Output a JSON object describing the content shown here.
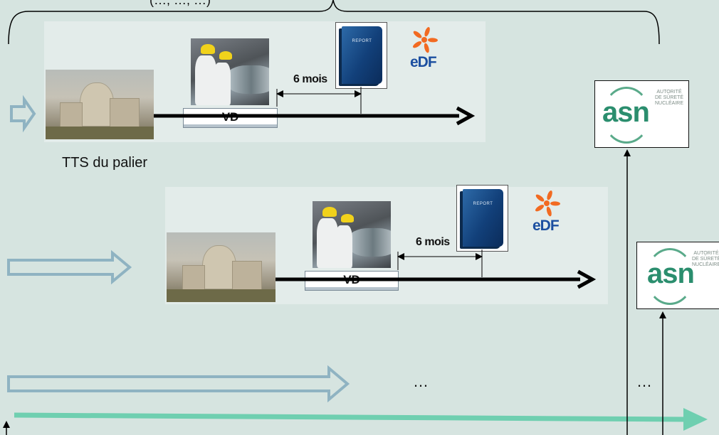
{
  "top_bracket_label": "(…, …, …)",
  "row1": {
    "vd_label": "VD",
    "delay_label": "6 mois",
    "report_text": "REPORT",
    "edf_text": "eDF",
    "plant_caption": "TTS du palier"
  },
  "row2": {
    "vd_label": "VD",
    "delay_label": "6 mois",
    "report_text": "REPORT",
    "edf_text": "eDF"
  },
  "row3": {
    "ellipsis_mid": "…",
    "ellipsis_right": "…"
  },
  "asn_logo": {
    "text": "asn",
    "subtitle_line1": "AUTORITÉ",
    "subtitle_line2": "DE SÛRETÉ",
    "subtitle_line3": "NUCLÉAIRE"
  },
  "colors": {
    "background": "#d6e4e0",
    "hollow_arrow": "#8fb3c2",
    "timeline": "#6fcfb0",
    "edf_blue": "#1c4fa0",
    "edf_orange": "#f26a21",
    "asn_green": "#2b8e6e"
  }
}
